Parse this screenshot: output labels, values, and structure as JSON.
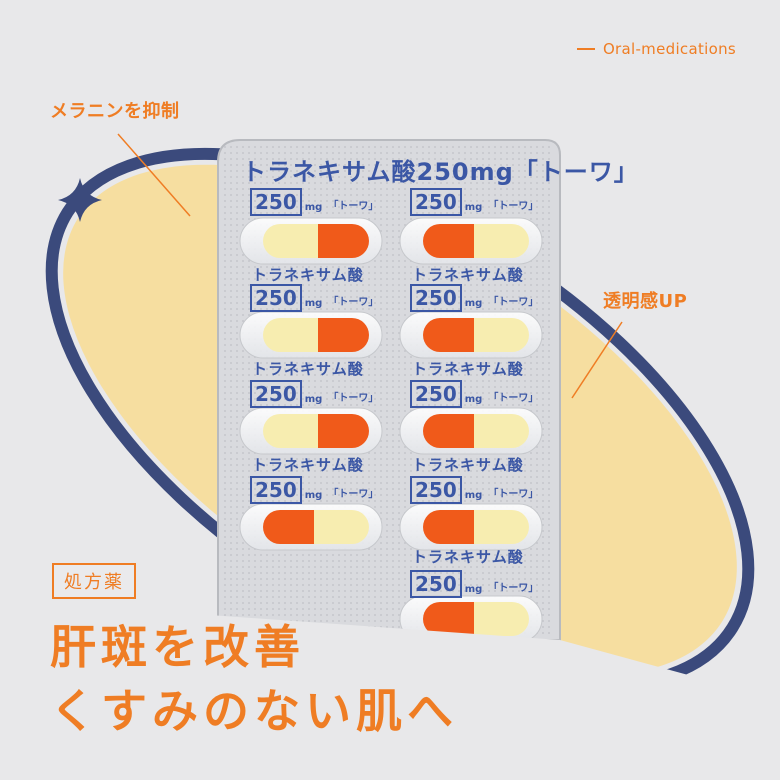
{
  "category": "Oral-medications",
  "callouts": [
    "メラニンを抑制",
    "透明感UP"
  ],
  "badge": "処方薬",
  "headline": [
    "肝斑を改善",
    "くすみのない肌へ"
  ],
  "package": {
    "title": "トラネキサム酸250mg「トーワ」",
    "dose": "250",
    "unit": "mg",
    "brand": "「トーワ」",
    "drug_name": "トラネキサム酸"
  },
  "colors": {
    "accent": "#ef7d24",
    "navy": "#3b4a7c",
    "cream": "#f6dea0",
    "background": "#e8e8ea",
    "capsule_orange": "#f05a1a",
    "capsule_cream": "#f7edb0"
  }
}
